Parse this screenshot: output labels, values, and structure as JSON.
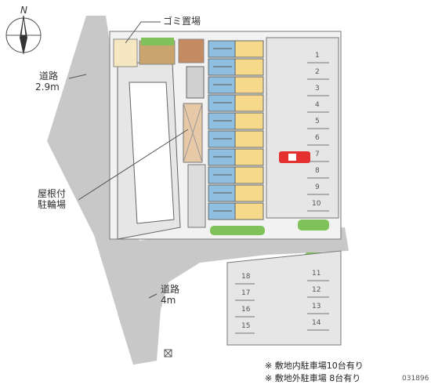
{
  "compass": {
    "north_label": "N"
  },
  "labels": {
    "garbage": "ゴミ置場",
    "road_top_line1": "道路",
    "road_top_line2": "2.9m",
    "bike_line1": "屋根付",
    "bike_line2": "駐輪場",
    "road_bottom_line1": "道路",
    "road_bottom_line2": "4m"
  },
  "parking_onsite": [
    "1",
    "2",
    "3",
    "4",
    "5",
    "6",
    "7",
    "8",
    "9",
    "10"
  ],
  "parking_offsite_right": [
    "11",
    "12",
    "13",
    "14"
  ],
  "parking_offsite_left": [
    "18",
    "17",
    "16",
    "15"
  ],
  "notes": {
    "line1": "※ 敷地内駐車場10台有り",
    "line2": "※ 敷地外駐車場 8台有り"
  },
  "property_code": "031896",
  "colors": {
    "road": "#c8c8c8",
    "lot": "#e6e6e6",
    "unit": "#f7d98c",
    "unit_blue": "#8fbfe0",
    "green": "#7fc25a",
    "car": "#e53030"
  }
}
